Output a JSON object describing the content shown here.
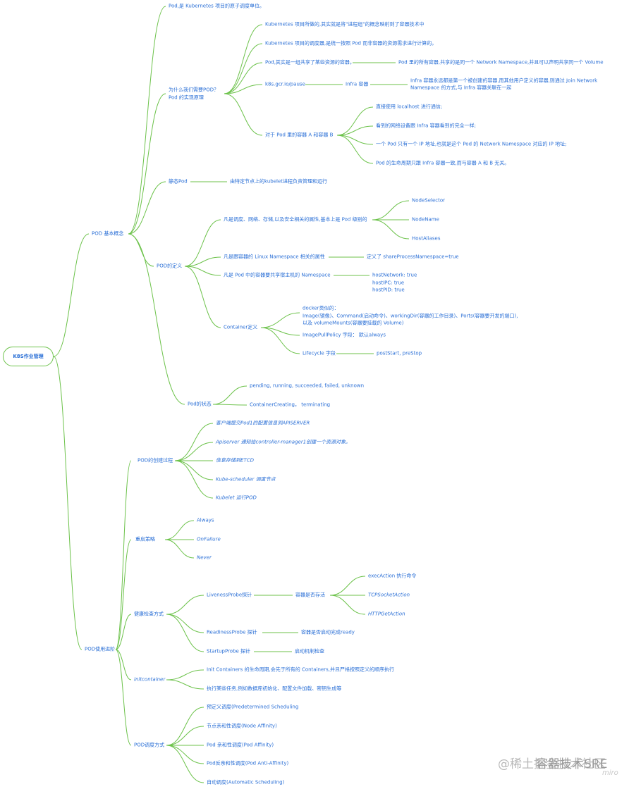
{
  "root": "K8S作业管理",
  "colors": {
    "line": "#6cc24a",
    "text": "#2a6fd6"
  },
  "basic": {
    "label": "POD 基本概念",
    "atomic": "Pod,是 Kubernetes 项目的原子调度单位。",
    "why": {
      "label_line1": "为什么我们需要POD？",
      "label_line2": "Pod 的实现原理",
      "c1": "Kubernetes 项目所做的,其实就是将\"进程组\"的概念映射到了容器技术中",
      "c2": "Kubernetes 项目的调度器,是统一按照 Pod 而非容器的资源需求进行计算的。",
      "c3": "Pod,其实是一组共享了某些资源的容器。",
      "c3a": "Pod 里的所有容器,共享的是同一个 Network Namespace,并且可以声明共享同一个 Volume",
      "c4": "k8s.gcr.io/pause",
      "c4a": "Infra 容器",
      "c4b_line1": "Infra 容器永远都是第一个被创建的容器,而其他用户定义的容器,则通过 Join Network",
      "c4b_line2": "Namespace 的方式,与 Infra 容器关联在一起",
      "c5": "对于 Pod 里的容器 A 和容器 B",
      "c5a": "直接使用 localhost 进行通信;",
      "c5b": "看到的网络设备跟 Infra 容器看到的完全一样;",
      "c5c": "一个 Pod 只有一个 IP 地址,也就是这个 Pod 的 Network Namespace 对应的 IP 地址;",
      "c5d": "Pod 的生命周期只跟 Infra 容器一致,而与容器 A 和 B 无关。"
    },
    "static_pod": {
      "label": "静态Pod",
      "desc": "由特定节点上的kubelet进程负责管理和运行"
    },
    "definition": {
      "label": "POD的定义",
      "d1": "凡是调度、网络、存储,以及安全相关的属性,基本上是 Pod 级别的",
      "d1a": "NodeSelector",
      "d1b": "NodeName",
      "d1c": "HostAliases",
      "d2": "凡是跟容器的 Linux Namespace 相关的属性",
      "d2a": "定义了 shareProcessNamespace=true",
      "d3": "凡是 Pod 中的容器要共享宿主机的 Namespace",
      "d3a": "hostNetwork: true",
      "d3b": "hostIPC: true",
      "d3c": "hostPID: true",
      "container": {
        "label": "Container定义",
        "docker_line1": "docker类似的：",
        "docker_line2": "Image(镜像)、Command(启动命令)、workingDir(容器的工作目录)、Ports(容器要开发的端口),",
        "docker_line3": "以及 volumeMounts(容器要挂载的 Volume)",
        "pull": "ImagePullPolicy 字段：  默认always",
        "lifecycle": "Lifecycle 字段",
        "lifecycle_a": "postStart, preStop"
      }
    },
    "status": {
      "label": "Pod的状态",
      "s1": "pending, running, succeeded, failed, unknown",
      "s2": "ContainerCreating，  terminating"
    }
  },
  "advanced": {
    "label": "POD使用进阶",
    "create": {
      "label": "POD的创建过程",
      "steps": [
        "客户端提交Pod1的配置信息到APISERVER",
        "Apiserver 通知给controller-manager1创建一个资源对象。",
        "信息存储到ETCD",
        "Kube-scheduler 调度节点",
        "Kubelet 运行POD"
      ]
    },
    "restart": {
      "label": "重启策略",
      "items": [
        "Always",
        "OnFailure",
        "Never"
      ]
    },
    "health": {
      "label": "健康检查方式",
      "liveness": "LivenessProbe探针",
      "liveness_a": "容器是否存活",
      "liveness_items": [
        "execAction 执行命令",
        "TCPSocketAction",
        "HTTPGetAction"
      ],
      "readiness": "ReadinessProbe 探针",
      "readiness_a": "容器是否启动完成ready",
      "startup": "StartupProbe 探针",
      "startup_a": "启动机制检查"
    },
    "init": {
      "label": "initcontainer",
      "i1": "Init Containers 的生命周期,会先于所有的 Containers,并且严格按照定义的顺序执行",
      "i2": "执行某些任务,例如数据库初始化、配置文件加载、密钥生成等"
    },
    "sched": {
      "label": "POD调度方式",
      "items": [
        "预定义调度(Predetermined Scheduling",
        "节点亲和性调度(Node Affinity)",
        "Pod 亲和性调度(Pod Affinity)",
        "Pod反亲和性调度(Pod Anti-Affinity)",
        "自动调度(Automatic Scheduling)"
      ]
    }
  },
  "watermark": {
    "text": "@稀土掘金技术社区",
    "text2": "容器技术SRE",
    "brand": "miro"
  }
}
